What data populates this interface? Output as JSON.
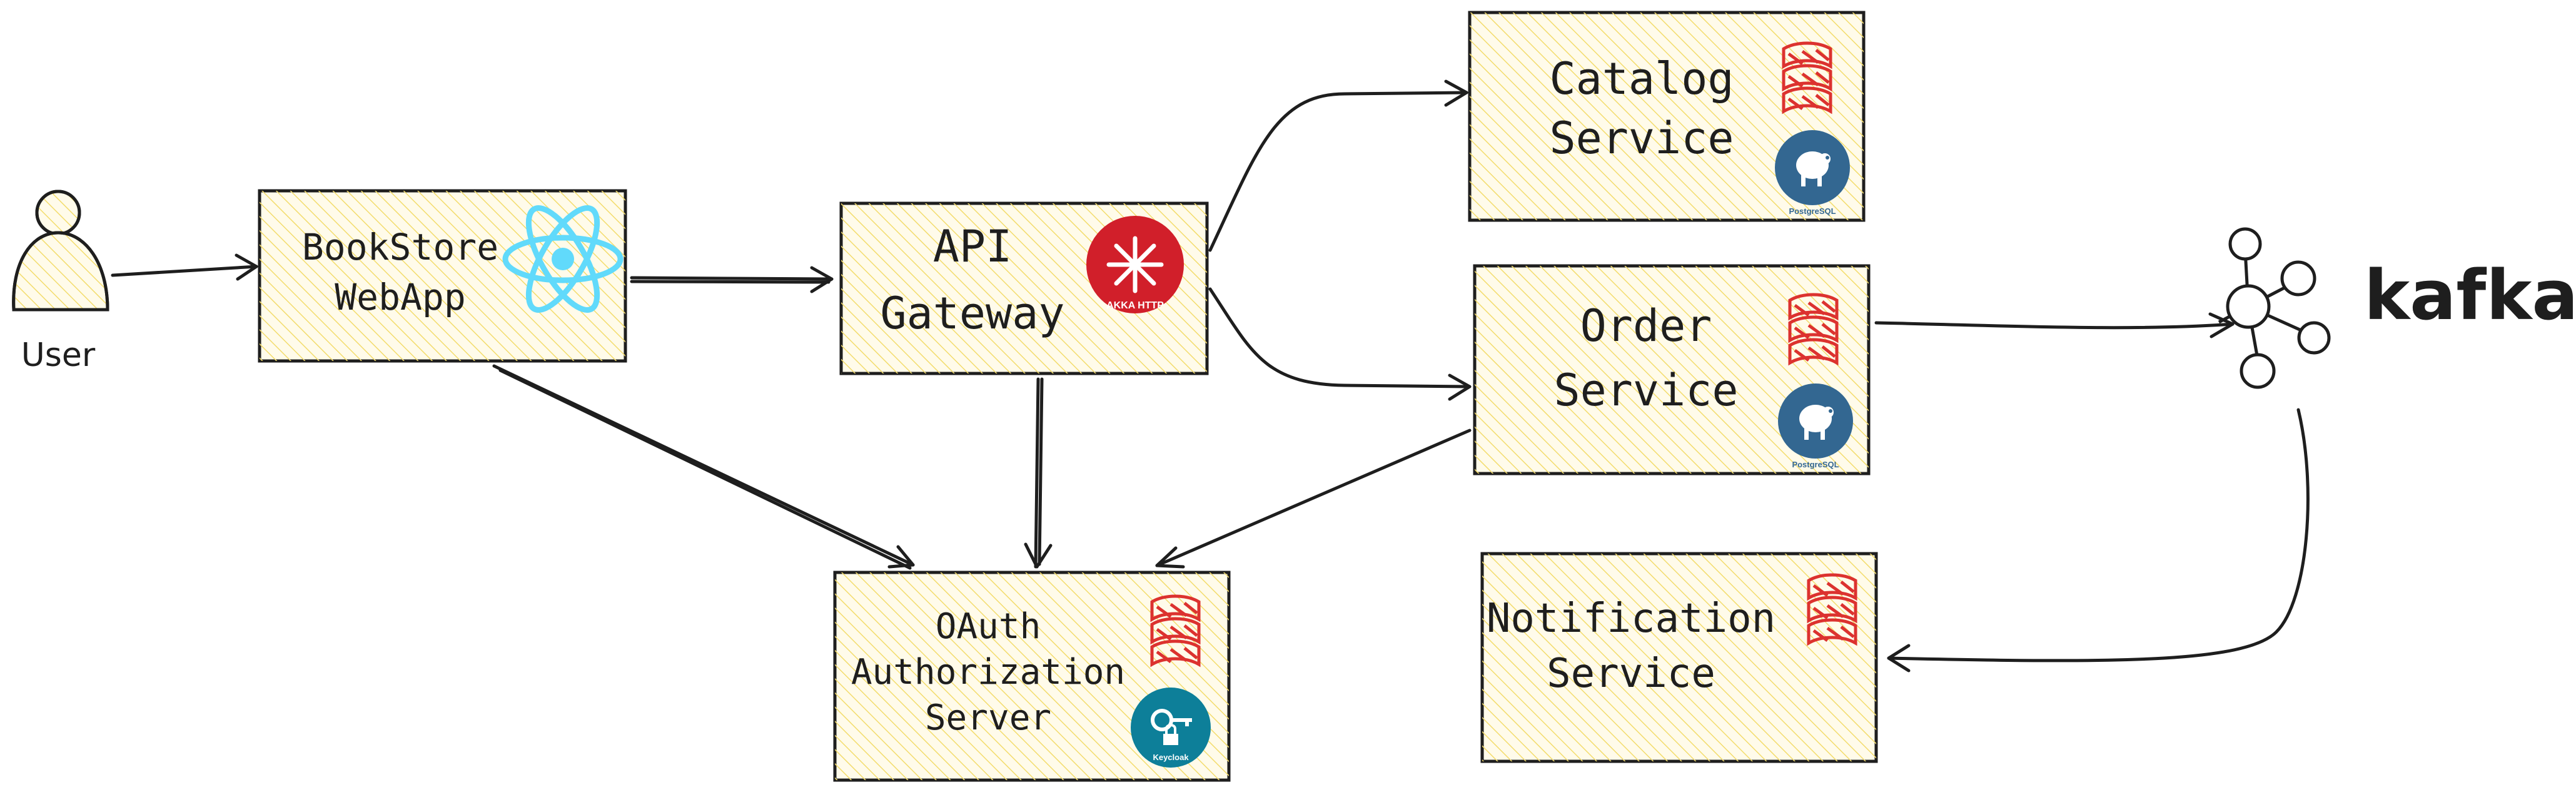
{
  "colors": {
    "box_fill": "#fffbea",
    "hatch": "#f6e27a",
    "stroke": "#1e1e1e",
    "react": "#61dafb",
    "akka": "#d11f2a",
    "postgres": "#336791",
    "keycloak": "#0d7f99",
    "scala": "#dc322f"
  },
  "nodes": {
    "user": {
      "label": "User"
    },
    "webapp": {
      "line1": "BookStore",
      "line2": "WebApp",
      "icon": "react-icon"
    },
    "gateway": {
      "line1": "API",
      "line2": "Gateway",
      "icon": "akka-http-icon",
      "badge": "AKKA HTTP"
    },
    "catalog": {
      "line1": "Catalog",
      "line2": "Service",
      "icons": [
        "scala-icon",
        "postgresql-icon"
      ],
      "badge": "PostgreSQL"
    },
    "order": {
      "line1": "Order",
      "line2": "Service",
      "icons": [
        "scala-icon",
        "postgresql-icon"
      ],
      "badge": "PostgreSQL"
    },
    "oauth": {
      "line1": "OAuth",
      "line2": "Authorization",
      "line3": "Server",
      "icons": [
        "scala-icon",
        "keycloak-icon"
      ],
      "badge": "Keycloak"
    },
    "notification": {
      "line1": "Notification",
      "line2": "Service",
      "icon": "scala-icon"
    },
    "kafka": {
      "label": "kafka",
      "icon": "kafka-icon"
    }
  },
  "edges": [
    {
      "from": "user",
      "to": "webapp"
    },
    {
      "from": "webapp",
      "to": "gateway"
    },
    {
      "from": "gateway",
      "to": "catalog"
    },
    {
      "from": "gateway",
      "to": "order"
    },
    {
      "from": "webapp",
      "to": "oauth"
    },
    {
      "from": "gateway",
      "to": "oauth"
    },
    {
      "from": "order",
      "to": "oauth"
    },
    {
      "from": "order",
      "to": "kafka"
    },
    {
      "from": "kafka",
      "to": "notification"
    }
  ]
}
